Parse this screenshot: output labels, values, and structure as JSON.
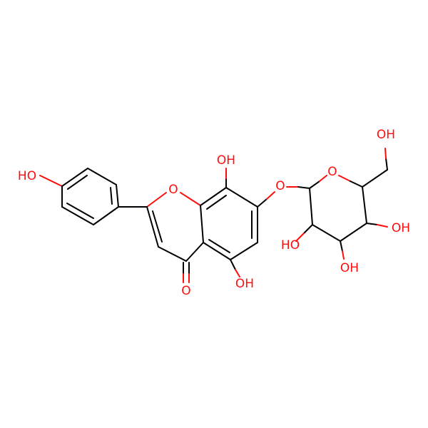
{
  "molecule": {
    "colors": {
      "carbon_bond": "#000000",
      "oxygen": "#ff0d0d",
      "background": "#ffffff"
    },
    "atom_labels": {
      "oh_phenol": "HO",
      "o_ring_chromone": "O",
      "oh_c8": "OH",
      "o_glycosidic": "O",
      "o_ring_sugar": "O",
      "oh_ch2": "OH",
      "oh_c4prime": "OH",
      "oh_c3prime": "OH",
      "oh_c2prime": "HO",
      "oh_c5": "OH",
      "o_carbonyl": "O"
    }
  }
}
